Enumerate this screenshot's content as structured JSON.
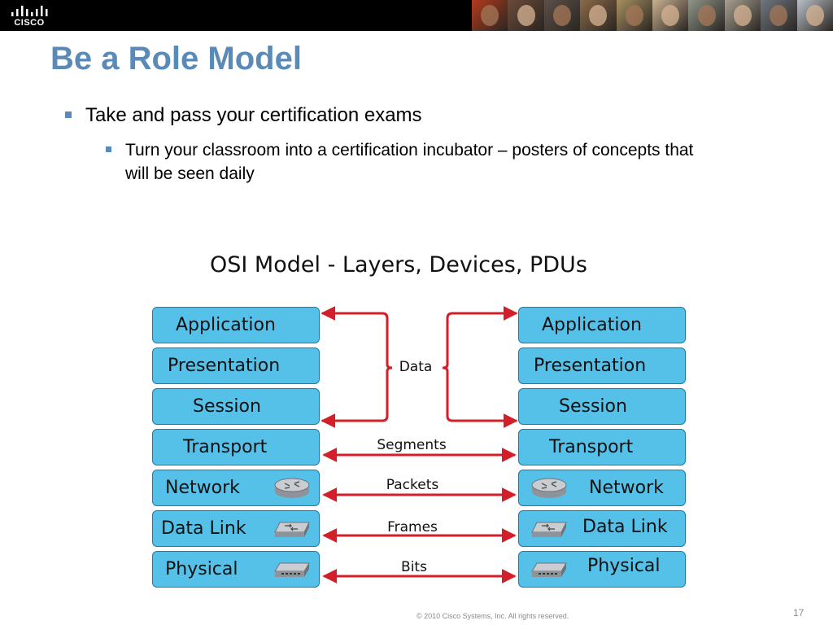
{
  "header": {
    "logo_text": "CISCO",
    "photo_colors": [
      "#b43a1c",
      "#6b4a3a",
      "#5d5048",
      "#8c6a48",
      "#a69060",
      "#c9b090",
      "#8f9588",
      "#a8a090",
      "#6f7780",
      "#b9c0c8"
    ]
  },
  "slide": {
    "title": "Be a Role Model",
    "bullet1": "Take and pass your certification exams",
    "bullet2": "Turn your classroom into a certification incubator – posters of concepts that will be seen daily"
  },
  "diagram": {
    "title": "OSI Model - Layers, Devices, PDUs",
    "left_layers": [
      "Application",
      "Presentation",
      "Session",
      "Transport",
      "Network",
      "Data Link",
      "Physical"
    ],
    "right_layers": [
      "Application",
      "Presentation",
      "Session",
      "Transport",
      "Network",
      "Data Link",
      "Physical"
    ],
    "pdus": [
      "Data",
      "Segments",
      "Packets",
      "Frames",
      "Bits"
    ],
    "devices": [
      "router-icon",
      "switch-icon",
      "hub-icon"
    ],
    "colors": {
      "layer_fill": "#55c0e8",
      "layer_border": "#1f7aa9",
      "arrow": "#d21f2a",
      "title": "#5a8bb8"
    }
  },
  "footer": {
    "copyright": "© 2010 Cisco Systems, Inc. All rights reserved.",
    "page": "17"
  }
}
